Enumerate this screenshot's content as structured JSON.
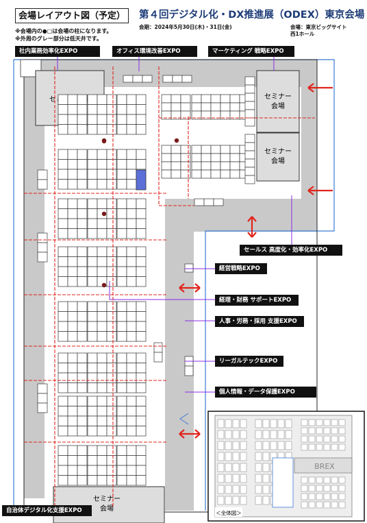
{
  "header": {
    "title": "会場レイアウト図（予定）",
    "note1": "※会場内の●□は会場の柱になります。",
    "note2": "※外周のグレー部分は低天井です。",
    "event_title": "第４回デジタル化・DX推進展（ODEX）東京会場",
    "dates": "会期：2024年5月30日(木)・31日(金)",
    "venue_line1": "会場：東京ビッグサイト",
    "venue_line2": "西1ホール"
  },
  "zones": {
    "internal_ops": "社内業務効率化EXPO",
    "office_env": "オフィス環境改善EXPO",
    "marketing": "マーケティング 戦略EXPO",
    "sales": "セールス 高度化・効率化EXPO",
    "management": "経営戦略EXPO",
    "finance": "経理・財務 サポートEXPO",
    "hr": "人事・労務・採用 支援EXPO",
    "legaltech": "リーガルテックEXPO",
    "privacy": "個人情報・データ保護EXPO",
    "municipal": "自治体デジタル化支援EXPO"
  },
  "rooms": {
    "seminar_top_left": "セミナー会場",
    "seminar_right_1_a": "セミナー",
    "seminar_right_1_b": "会場",
    "seminar_right_2_a": "セミナー",
    "seminar_right_2_b": "会場",
    "seminar_bottom_a": "セミナー",
    "seminar_bottom_b": "会場"
  },
  "inset": {
    "brex_label": "BREX",
    "overview_label": "＜全体図＞"
  },
  "colors": {
    "aisle_red": "#e0241b",
    "connector_purple": "#8a2be2",
    "booth_highlight": "#5b6fd8",
    "low_ceiling_gray": "#c9c9c9",
    "pillar": "#7a1a1a",
    "title_navy": "#1e3c78"
  }
}
